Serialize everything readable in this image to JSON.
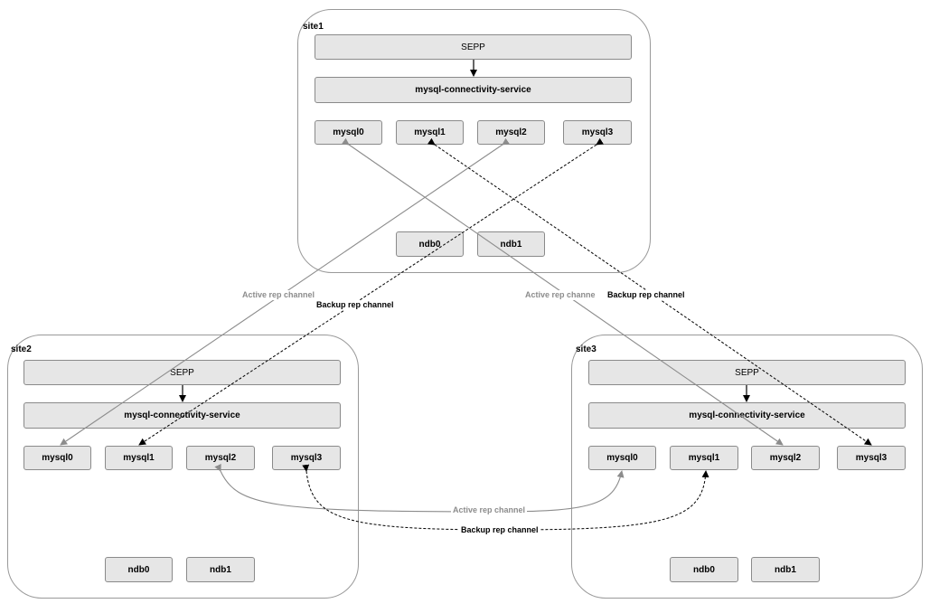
{
  "sites": [
    {
      "label": "site1",
      "sepp": "SEPP",
      "connectivity": "mysql-connectivity-service",
      "mysql": [
        "mysql0",
        "mysql1",
        "mysql2",
        "mysql3"
      ],
      "ndb": [
        "ndb0",
        "ndb1"
      ]
    },
    {
      "label": "site2",
      "sepp": "SEPP",
      "connectivity": "mysql-connectivity-service",
      "mysql": [
        "mysql0",
        "mysql1",
        "mysql2",
        "mysql3"
      ],
      "ndb": [
        "ndb0",
        "ndb1"
      ]
    },
    {
      "label": "site3",
      "sepp": "SEPP",
      "connectivity": "mysql-connectivity-service",
      "mysql": [
        "mysql0",
        "mysql1",
        "mysql2",
        "mysql3"
      ],
      "ndb": [
        "ndb0",
        "ndb1"
      ]
    }
  ],
  "channels": {
    "s1_s2_active": "Active rep channel",
    "s1_s2_backup": "Backup rep channel",
    "s1_s3_active": "Active rep channe",
    "s1_s3_backup": "Backup rep channel",
    "s2_s3_active": "Active rep channel",
    "s2_s3_backup": "Backup rep channel"
  },
  "colors": {
    "active": "#8c8c8c",
    "backup": "#000000",
    "box_fill": "#e6e6e6",
    "box_border": "#8a8a8a"
  }
}
